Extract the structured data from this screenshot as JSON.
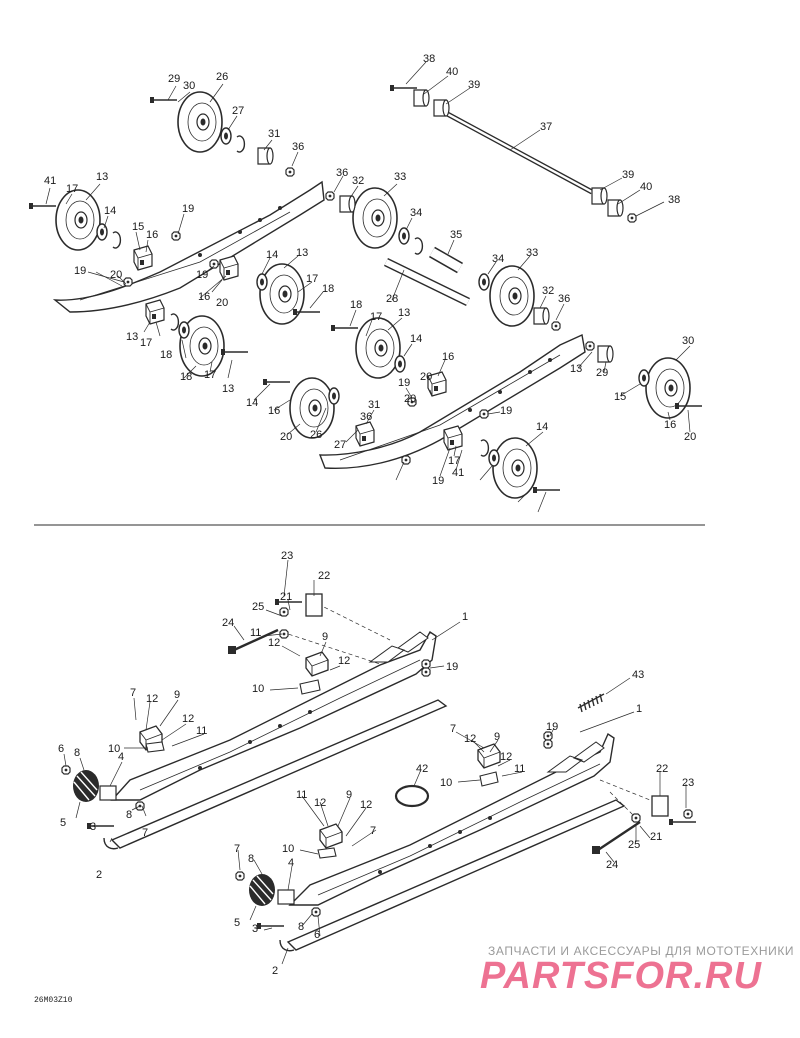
{
  "figure": {
    "code": "26M03Z10",
    "colors": {
      "line": "#2b2b2b",
      "fill": "#ffffff",
      "watermark": "#e0003a",
      "watermark_text": "#9a9a9a"
    }
  },
  "upper_assembly": {
    "callouts": [
      "29",
      "30",
      "26",
      "27",
      "31",
      "36",
      "38",
      "40",
      "39",
      "37",
      "39",
      "40",
      "38",
      "41",
      "17",
      "13",
      "14",
      "15",
      "16",
      "19",
      "19",
      "20",
      "19",
      "13",
      "17",
      "18",
      "16",
      "20",
      "14",
      "13",
      "17",
      "18",
      "36",
      "32",
      "33",
      "34",
      "35",
      "34",
      "33",
      "32",
      "36",
      "28",
      "18",
      "17",
      "13",
      "14",
      "16",
      "20",
      "19",
      "20",
      "19",
      "18",
      "17",
      "13",
      "14",
      "16",
      "20",
      "26",
      "27",
      "31",
      "36",
      "30",
      "29",
      "13",
      "15",
      "16",
      "20",
      "14",
      "17",
      "41",
      "19"
    ]
  },
  "lower_assembly": {
    "callouts": [
      "23",
      "22",
      "21",
      "25",
      "24",
      "11",
      "12",
      "9",
      "12",
      "10",
      "19",
      "1",
      "43",
      "7",
      "12",
      "9",
      "12",
      "11",
      "10",
      "6",
      "8",
      "4",
      "5",
      "3",
      "8",
      "7",
      "2",
      "1",
      "19",
      "7",
      "12",
      "9",
      "12",
      "11",
      "10",
      "42",
      "22",
      "23",
      "11",
      "12",
      "9",
      "12",
      "7",
      "10",
      "21",
      "25",
      "24",
      "7",
      "8",
      "4",
      "5",
      "3",
      "8",
      "6",
      "2"
    ]
  },
  "watermark": {
    "tagline": "ЗАПЧАСТИ И АКСЕССУАРЫ ДЛЯ МОТОТЕХНИКИ",
    "logo_text": "PARTSFOR.RU"
  }
}
